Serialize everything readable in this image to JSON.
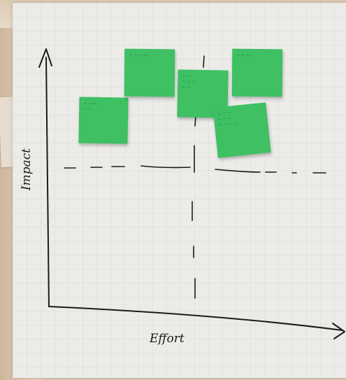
{
  "whiteboard": {
    "y_axis_label": "Impact",
    "x_axis_label": "Effort",
    "colors": {
      "paper": "#ecebe8",
      "sticky_note": "#3ec063",
      "marker": "#1b1b1b",
      "wood": "#d8c9b4"
    }
  },
  "sticky_notes": [
    {
      "id": "note-1"
    },
    {
      "id": "note-2"
    },
    {
      "id": "note-3"
    },
    {
      "id": "note-4"
    },
    {
      "id": "note-5"
    }
  ]
}
